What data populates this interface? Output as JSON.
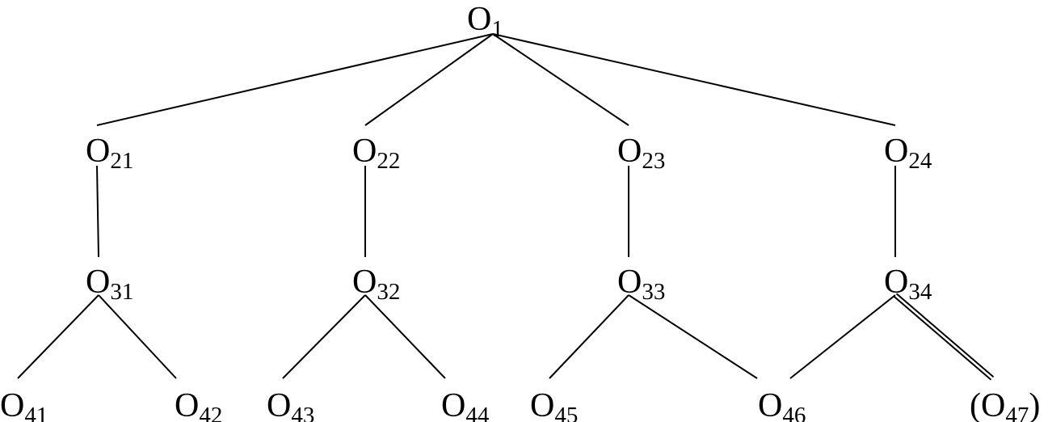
{
  "nodes": {
    "o1": {
      "main": "O",
      "sub": "1"
    },
    "o21": {
      "main": "O",
      "sub": "21"
    },
    "o22": {
      "main": "O",
      "sub": "22"
    },
    "o23": {
      "main": "O",
      "sub": "23"
    },
    "o24": {
      "main": "O",
      "sub": "24"
    },
    "o31": {
      "main": "O",
      "sub": "31"
    },
    "o32": {
      "main": "O",
      "sub": "32"
    },
    "o33": {
      "main": "O",
      "sub": "33"
    },
    "o34": {
      "main": "O",
      "sub": "34"
    },
    "o41": {
      "main": "O",
      "sub": "41"
    },
    "o42": {
      "main": "O",
      "sub": "42"
    },
    "o43": {
      "main": "O",
      "sub": "43"
    },
    "o44": {
      "main": "O",
      "sub": "44"
    },
    "o45": {
      "main": "O",
      "sub": "45"
    },
    "o46": {
      "main": "O",
      "sub": "46"
    },
    "o47": {
      "main": "(O",
      "sub": "47",
      "suffix": ")"
    }
  },
  "edges": [
    {
      "from": "o1",
      "to": "o21",
      "style": "single"
    },
    {
      "from": "o1",
      "to": "o22",
      "style": "single"
    },
    {
      "from": "o1",
      "to": "o23",
      "style": "single"
    },
    {
      "from": "o1",
      "to": "o24",
      "style": "single"
    },
    {
      "from": "o21",
      "to": "o31",
      "style": "single"
    },
    {
      "from": "o22",
      "to": "o32",
      "style": "single"
    },
    {
      "from": "o23",
      "to": "o33",
      "style": "single"
    },
    {
      "from": "o24",
      "to": "o34",
      "style": "single"
    },
    {
      "from": "o31",
      "to": "o41",
      "style": "single"
    },
    {
      "from": "o31",
      "to": "o42",
      "style": "single"
    },
    {
      "from": "o32",
      "to": "o43",
      "style": "single"
    },
    {
      "from": "o32",
      "to": "o44",
      "style": "single"
    },
    {
      "from": "o33",
      "to": "o45",
      "style": "single"
    },
    {
      "from": "o33",
      "to": "o46",
      "style": "single"
    },
    {
      "from": "o34",
      "to": "o46",
      "style": "single"
    },
    {
      "from": "o34",
      "to": "o47",
      "style": "double"
    }
  ]
}
